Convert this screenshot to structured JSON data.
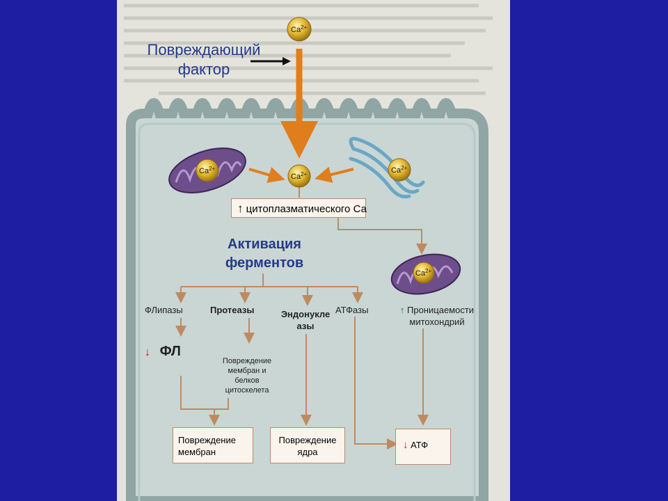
{
  "diagram": {
    "calcium_label": "Ca2+",
    "damaging_factor": [
      "Повреждающий",
      "фактор"
    ],
    "cytoplasmic_ca": {
      "arrow": "↑",
      "text": "цитоплазматического Са"
    },
    "enzyme_activation": [
      "Активация",
      "ферментов"
    ],
    "enzymes": {
      "phospholipases": "ФЛипазы",
      "proteases": "Протеазы",
      "endonucleases": [
        "Эндонукле",
        "азы"
      ],
      "atpases": "АТФазы",
      "mito_permeability": {
        "arrow": "↑",
        "lines": [
          "Проницаемости",
          "митохондрий"
        ]
      }
    },
    "pl_decrease": {
      "arrow": "↓",
      "text": "ФЛ"
    },
    "cytoskeleton_damage": [
      "Повреждение",
      "мембран и",
      "белков",
      "цитоскелета"
    ],
    "outcomes": {
      "membrane_damage": [
        "Повреждение",
        "мембран"
      ],
      "nuclear_damage": [
        "Повреждение",
        "ядра"
      ],
      "atp": {
        "arrow": "↓",
        "text": "АТФ"
      }
    },
    "colors": {
      "background": "#1d1ea2",
      "cell_fill": "#c9d6d4",
      "membrane": "#8fa6a4",
      "big_arrow": "#e07e1e",
      "thin_arrow": "#bf8a60",
      "mitochondria": "#6e4e8a",
      "calcium": "#e2b530",
      "red_arrow": "#cc1111",
      "green_arrow": "#1d7a2c"
    }
  }
}
